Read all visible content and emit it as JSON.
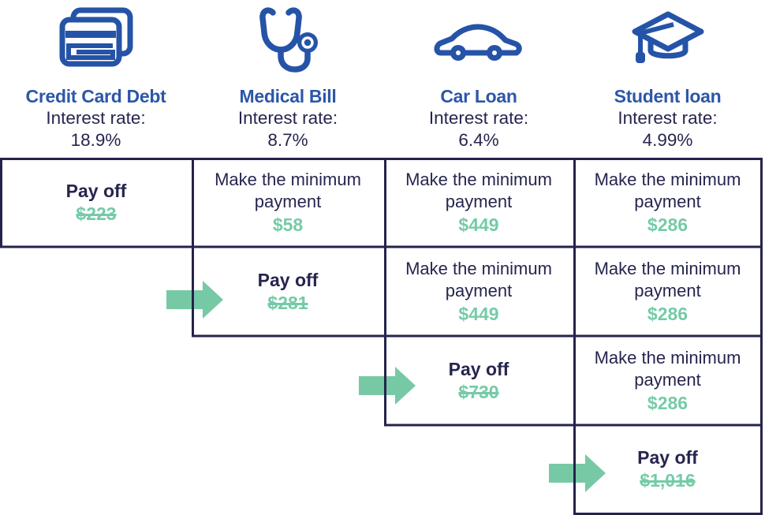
{
  "colors": {
    "heading_blue": "#2c57a8",
    "icon_blue": "#2553a7",
    "navy_text": "#26254f",
    "grid_border": "#24234d",
    "money_green": "#75cba7",
    "arrow_green": "#77c9a5",
    "background": "#ffffff"
  },
  "columns": [
    {
      "name": "Credit Card Debt",
      "icon": "credit-card-icon",
      "interest_label": "Interest rate:",
      "rate": "18.9%"
    },
    {
      "name": "Medical Bill",
      "icon": "stethoscope-icon",
      "interest_label": "Interest rate:",
      "rate": "8.7%"
    },
    {
      "name": "Car Loan",
      "icon": "car-icon",
      "interest_label": "Interest rate:",
      "rate": "6.4%"
    },
    {
      "name": "Student loan",
      "icon": "graduation-cap-icon",
      "interest_label": "Interest rate:",
      "rate": "4.99%"
    }
  ],
  "grid": {
    "rows": [
      {
        "cells": [
          {
            "col": "Credit Card Debt",
            "type": "payoff",
            "label": "Pay off",
            "amount": "$223",
            "strikethrough": true,
            "arrow": false
          },
          {
            "col": "Medical Bill",
            "type": "minimum",
            "label": "Make the minimum payment",
            "amount": "$58",
            "strikethrough": false,
            "arrow": false
          },
          {
            "col": "Car Loan",
            "type": "minimum",
            "label": "Make the minimum payment",
            "amount": "$449",
            "strikethrough": false,
            "arrow": false
          },
          {
            "col": "Student loan",
            "type": "minimum",
            "label": "Make the minimum payment",
            "amount": "$286",
            "strikethrough": false,
            "arrow": false
          }
        ]
      },
      {
        "cells": [
          {
            "col": "Medical Bill",
            "type": "payoff",
            "label": "Pay off",
            "amount": "$281",
            "strikethrough": true,
            "arrow": true
          },
          {
            "col": "Car Loan",
            "type": "minimum",
            "label": "Make the minimum payment",
            "amount": "$449",
            "strikethrough": false,
            "arrow": false
          },
          {
            "col": "Student loan",
            "type": "minimum",
            "label": "Make the minimum payment",
            "amount": "$286",
            "strikethrough": false,
            "arrow": false
          }
        ]
      },
      {
        "cells": [
          {
            "col": "Car Loan",
            "type": "payoff",
            "label": "Pay off",
            "amount": "$730",
            "strikethrough": true,
            "arrow": true
          },
          {
            "col": "Student loan",
            "type": "minimum",
            "label": "Make the minimum payment",
            "amount": "$286",
            "strikethrough": false,
            "arrow": false
          }
        ]
      },
      {
        "cells": [
          {
            "col": "Student loan",
            "type": "payoff",
            "label": "Pay off",
            "amount": "$1,016",
            "strikethrough": true,
            "arrow": true
          }
        ]
      }
    ]
  }
}
